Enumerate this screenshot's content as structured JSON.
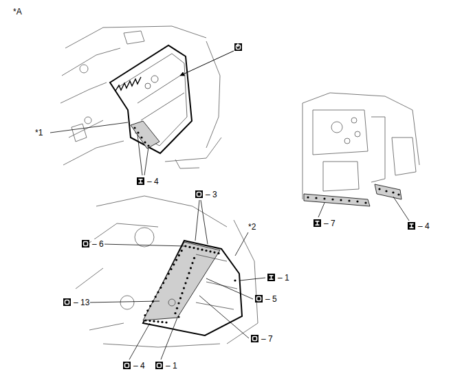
{
  "diagram": {
    "labels": [
      "*A",
      "*1",
      "– 4",
      "– 3",
      "– 7",
      "– 4",
      "*2",
      "– 6",
      "– 1",
      "– 13",
      "– 5",
      "– 7",
      "– 4",
      "– 1"
    ]
  }
}
